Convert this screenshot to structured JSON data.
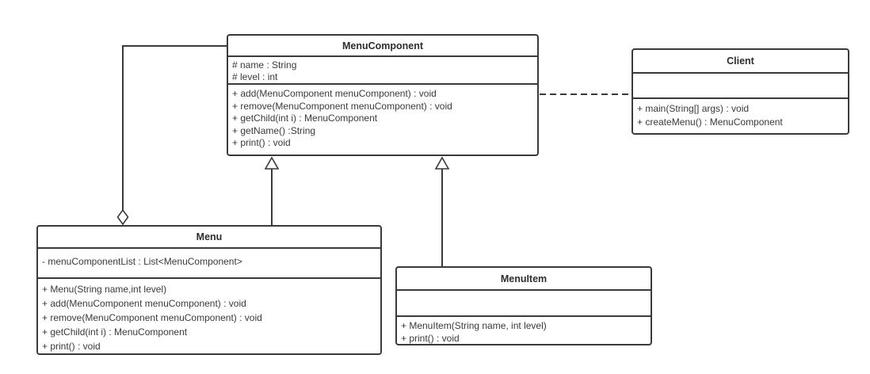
{
  "classes": {
    "menucomponent": {
      "title": "MenuComponent",
      "attributes": [
        "# name : String",
        "# level : int"
      ],
      "methods": [
        "+ add(MenuComponent menuComponent) : void",
        "+ remove(MenuComponent menuComponent) : void",
        "+ getChild(int i) : MenuComponent",
        "+ getName() :String",
        "+ print() : void"
      ]
    },
    "client": {
      "title": "Client",
      "attributes": [],
      "methods": [
        "+ main(String[] args) : void",
        "+ createMenu() : MenuComponent"
      ]
    },
    "menu": {
      "title": "Menu",
      "attributes": [
        "- menuComponentList : List<MenuComponent>"
      ],
      "methods": [
        "+ Menu(String name,int level)",
        "+ add(MenuComponent menuComponent) : void",
        "+ remove(MenuComponent menuComponent) : void",
        "+ getChild(int i) : MenuComponent",
        "+ print() : void"
      ]
    },
    "menuitem": {
      "title": "MenuItem",
      "attributes": [],
      "methods": [
        "+ MenuItem(String name, int level)",
        "+ print() : void"
      ]
    }
  },
  "relationships": [
    {
      "type": "aggregation",
      "from": "MenuComponent",
      "to": "Menu",
      "marker": "hollow-diamond-at-menu"
    },
    {
      "type": "inheritance",
      "from": "Menu",
      "to": "MenuComponent",
      "marker": "hollow-triangle-at-menucomponent"
    },
    {
      "type": "inheritance",
      "from": "MenuItem",
      "to": "MenuComponent",
      "marker": "hollow-triangle-at-menucomponent"
    },
    {
      "type": "dependency",
      "from": "Client",
      "to": "MenuComponent",
      "style": "dashed"
    }
  ],
  "colors": {
    "stroke": "#3a3a3a",
    "text": "#3a3a3a",
    "fill": "#ffffff",
    "background": "#ffffff"
  }
}
